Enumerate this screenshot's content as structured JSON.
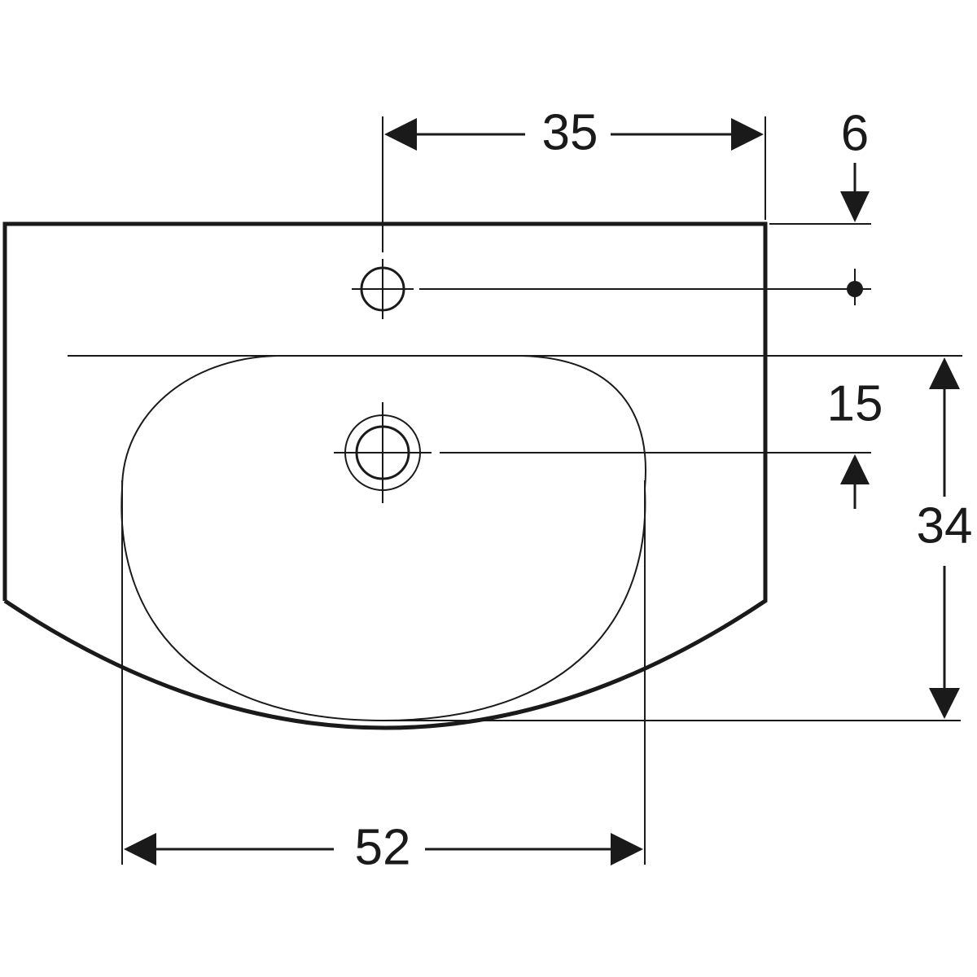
{
  "dimensions": {
    "tap_hole_to_edge": "35",
    "tap_hole_offset": "6",
    "drain_offset": "15",
    "basin_depth": "34",
    "basin_width": "52"
  }
}
